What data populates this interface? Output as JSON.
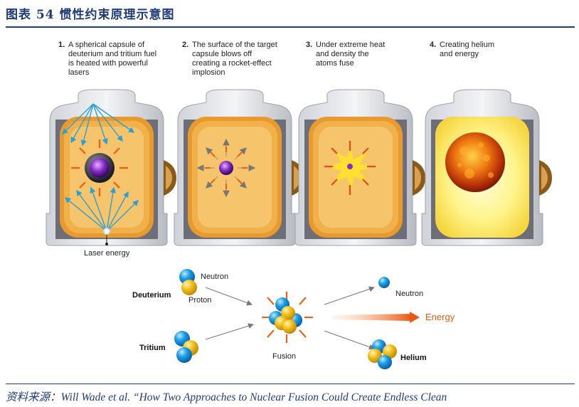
{
  "figure_title": "图表 54   惯性约束原理示意图",
  "steps": [
    {
      "num": "1.",
      "text": "A spherical capsule of deuterium and tritium fuel is heated with powerful lasers"
    },
    {
      "num": "2.",
      "text": "The surface of the target capsule blows off creating a rocket-effect implosion"
    },
    {
      "num": "3.",
      "text": "Under extreme heat and density the atoms fuse"
    },
    {
      "num": "4.",
      "text": "Creating helium and energy"
    }
  ],
  "laser_label": "Laser energy",
  "reaction": {
    "deuterium": "Deuterium",
    "tritium": "Tritium",
    "neutron_in": "Neutron",
    "proton": "Proton",
    "fusion": "Fusion",
    "neutron_out": "Neutron",
    "energy": "Energy",
    "helium": "Helium"
  },
  "source": "资料来源：Will Wade et al. “How Two Approaches to Nuclear Fusion Could Create Endless Clean",
  "colors": {
    "title_blue": "#1f3c7a",
    "capsule_orange": "#f0b14a",
    "neutron_blue": "#1aa0e8",
    "proton_yellow": "#f5c21e",
    "energy_orange": "#e85a10"
  }
}
